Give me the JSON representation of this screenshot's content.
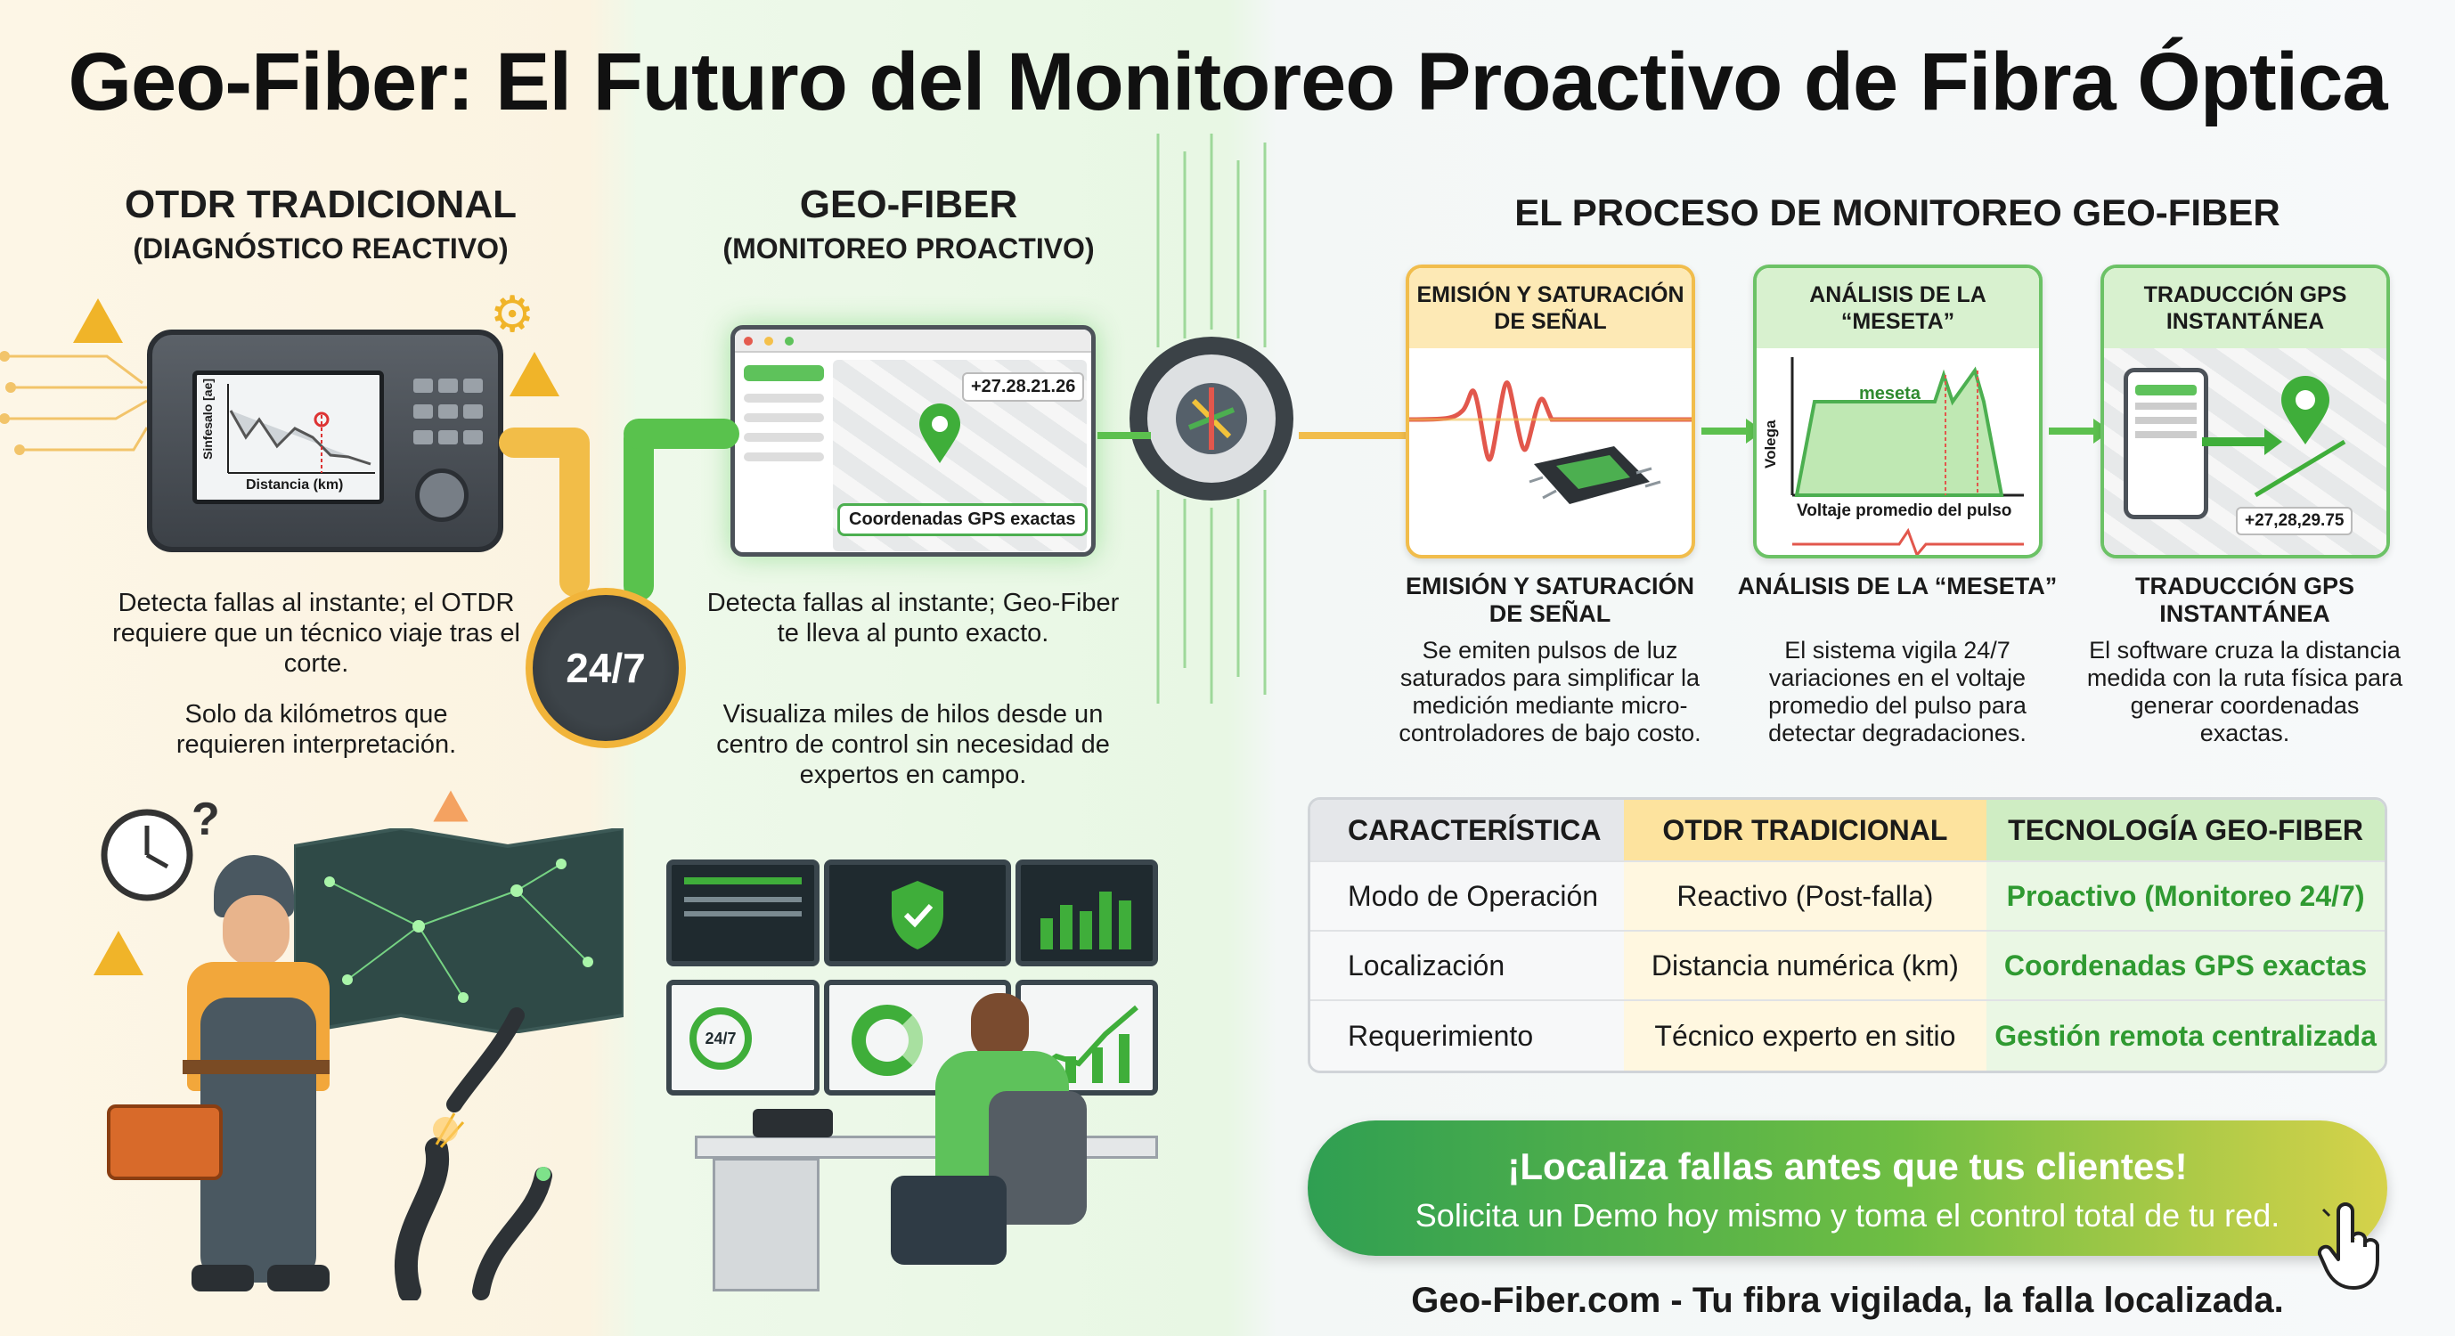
{
  "title": "Geo-Fiber: El Futuro del Monitoreo Proactivo de Fibra Óptica",
  "otdr": {
    "heading": "OTDR TRADICIONAL",
    "subheading": "(DIAGNÓSTICO REACTIVO)",
    "chart_ylabel": "Sinfesalo [ae]",
    "chart_xlabel": "Distancia (km)",
    "desc1": "Detecta fallas al instante; el OTDR requiere que un técnico viaje tras el corte.",
    "desc2": "Solo da kilómetros que requieren interpretación."
  },
  "geofiber": {
    "heading": "GEO-FIBER",
    "subheading": "(MONITOREO PROACTIVO)",
    "gps_value": "+27.28.21.26",
    "gps_label": "Coordenadas GPS exactas",
    "desc1": "Detecta fallas al instante; Geo-Fiber te lleva al punto exacto.",
    "desc2": "Visualiza miles de hilos desde un centro de control sin necesidad de expertos en campo.",
    "badge": "24/7",
    "monitor_badge": "24/7"
  },
  "process": {
    "heading": "EL PROCESO DE MONITOREO GEO-FIBER",
    "steps": [
      {
        "card_title": "EMISIÓN Y SATURACIÓN DE SEÑAL",
        "title": "EMISIÓN Y SATURACIÓN DE SEÑAL",
        "desc": "Se emiten pulsos de luz saturados para simplificar la medición mediante micro-controladores de bajo costo."
      },
      {
        "card_title": "ANÁLISIS DE LA “MESETA”",
        "title": "ANÁLISIS DE LA “MESETA”",
        "desc": "El sistema vigila 24/7 variaciones en el voltaje promedio del pulso para detectar degradaciones.",
        "graph_ylabel": "Volega",
        "graph_peak": "meseta",
        "graph_xlabel": "Voltaje promedio del pulso"
      },
      {
        "card_title": "TRADUCCIÓN GPS INSTANTÁNEA",
        "title": "TRADUCCIÓN GPS INSTANTÁNEA",
        "desc": "El software cruza la distancia medida con la ruta física para generar coordenadas exactas.",
        "gps_value": "+27,28,29.75"
      }
    ]
  },
  "table": {
    "headers": [
      "CARACTERÍSTICA",
      "OTDR TRADICIONAL",
      "TECNOLOGÍA GEO-FIBER"
    ],
    "rows": [
      [
        "Modo de Operación",
        "Reactivo (Post-falla)",
        "Proactivo (Monitoreo 24/7)"
      ],
      [
        "Localización",
        "Distancia numérica (km)",
        "Coordenadas GPS exactas"
      ],
      [
        "Requerimiento",
        "Técnico experto en sitio",
        "Gestión remota centralizada"
      ]
    ]
  },
  "cta": {
    "line1": "¡Localiza fallas antes que tus clientes!",
    "line2": "Solicita un Demo hoy mismo y toma el control total de tu red."
  },
  "footer": "Geo-Fiber.com - Tu fibra vigilada, la falla localizada.",
  "icons": [
    "warning-icon",
    "gear-icon",
    "clock-icon",
    "question-icon",
    "gps-pin-icon",
    "shield-check-icon",
    "hand-pointer-icon",
    "chip-icon",
    "fiber-cable-icon"
  ],
  "colors": {
    "accent_yellow": "#f1bd4c",
    "accent_green": "#5cc04e",
    "dark_gray": "#3c4147"
  }
}
